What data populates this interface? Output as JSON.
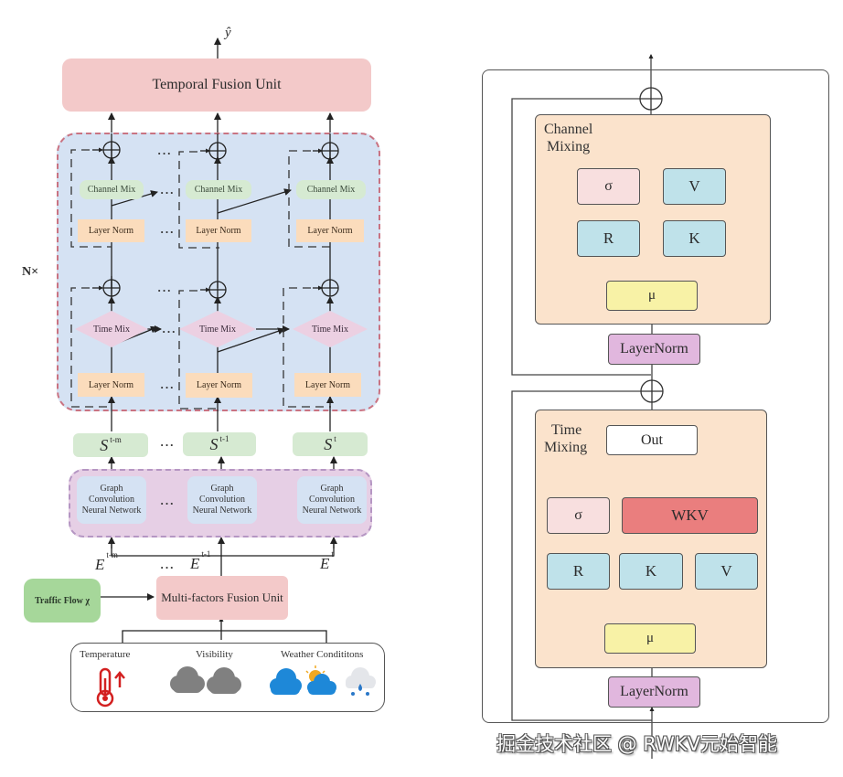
{
  "left_diagram": {
    "output_label": "ŷ",
    "temporal_fusion_unit": "Temporal Fusion Unit",
    "repeat_label": "N×",
    "ellipsis": "···",
    "columns": [
      {
        "channel_mix": "Channel Mix",
        "layer_norm_top": "Layer Norm",
        "time_mix": "Time Mix",
        "layer_norm_bottom": "Layer Norm",
        "state": "S",
        "state_sup": "t-m",
        "gcn": [
          "Graph",
          "Convolution",
          "Neural Network"
        ],
        "embedding": "E",
        "embedding_sup": "t-m"
      },
      {
        "channel_mix": "Channel Mix",
        "layer_norm_top": "Layer Norm",
        "time_mix": "Time Mix",
        "layer_norm_bottom": "Layer Norm",
        "state": "S",
        "state_sup": "t-1",
        "gcn": [
          "Graph",
          "Convolution",
          "Neural Network"
        ],
        "embedding": "E",
        "embedding_sup": "t-1"
      },
      {
        "channel_mix": "Channel Mix",
        "layer_norm_top": "Layer Norm",
        "time_mix": "Time Mix",
        "layer_norm_bottom": "Layer Norm",
        "state": "S",
        "state_sup": "t",
        "gcn": [
          "Graph",
          "Convolution",
          "Neural Network"
        ],
        "embedding": "E",
        "embedding_sup": "t"
      }
    ],
    "traffic_flow": "Traffic Flow χ",
    "multi_factors_fusion_unit": "Multi-factors Fusion Unit",
    "factors": {
      "temperature": "Temperature",
      "visibility": "Visibility",
      "weather": "Weather Condititons"
    }
  },
  "right_diagram": {
    "channel_mixing": {
      "title_line1": "Channel",
      "title_line2": "Mixing",
      "sigma": "σ",
      "v": "V",
      "r": "R",
      "k": "K",
      "mu": "μ",
      "layer_norm": "LayerNorm"
    },
    "time_mixing": {
      "title_line1": "Time",
      "title_line2": "Mixing",
      "out": "Out",
      "sigma": "σ",
      "wkv": "WKV",
      "r": "R",
      "k": "K",
      "v": "V",
      "mu": "μ",
      "layer_norm": "LayerNorm"
    }
  },
  "watermark": "掘金技术社区 @ RWKV元始智能",
  "colors": {
    "fusion_pink": "#f3c9c9",
    "rwkv_blue": "#d5e2f3",
    "channel_green": "#d6ead2",
    "layernorm_orange": "#fbdcbc",
    "timemix_pink": "#ecd0e2",
    "traffic_green": "#a6d79a",
    "mixing_bg": "#fbe3cc",
    "rk_blue": "#bfe2ea",
    "mu_yellow": "#f8f2a6",
    "ln_purple": "#e1b7de",
    "wkv_red": "#ea7e7e"
  }
}
